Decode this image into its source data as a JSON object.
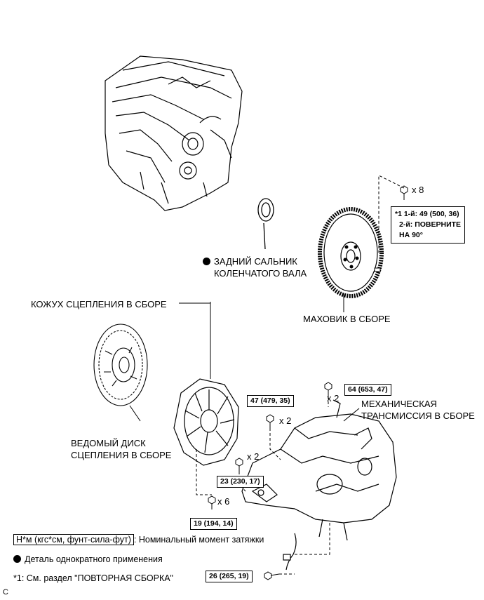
{
  "labels": {
    "rear_oil_seal_line1": "ЗАДНИЙ САЛЬНИК",
    "rear_oil_seal_line2": "КОЛЕНЧАТОГО ВАЛА",
    "clutch_cover": "КОЖУХ СЦЕПЛЕНИЯ В СБОРЕ",
    "flywheel": "МАХОВИК В СБОРЕ",
    "clutch_disc_line1": "ВЕДОМЫЙ ДИСК",
    "clutch_disc_line2": "СЦЕПЛЕНИЯ В СБОРЕ",
    "transmission_line1": "МЕХАНИЧЕСКАЯ",
    "transmission_line2": "ТРАНСМИССИЯ В СБОРЕ"
  },
  "quantities": {
    "flywheel_bolts": "x 8",
    "top_bolt": "x 2",
    "bolt_47": "x 2",
    "bolt_23": "x 2",
    "bolt_19": "x 6"
  },
  "torques": {
    "t64": "64 (653, 47)",
    "t47": "47 (479, 35)",
    "t23": "23 (230, 17)",
    "t19": "19 (194, 14)",
    "t26": "26 (265, 19)"
  },
  "flywheel_note": {
    "line1": "*1 1-й: 49 (500, 36)",
    "line2": "2-й: ПОВЕРНИТЕ",
    "line3": "НА 90°"
  },
  "legend": {
    "torque_unit": "Н*м (кгс*см, фунт-сила-фут)",
    "torque_desc": ": Номинальный момент затяжки",
    "single_use": "Деталь однократного применения",
    "footnote": "*1: См. раздел \"ПОВТОРНАЯ СБОРКА\""
  },
  "corner_mark": "C"
}
